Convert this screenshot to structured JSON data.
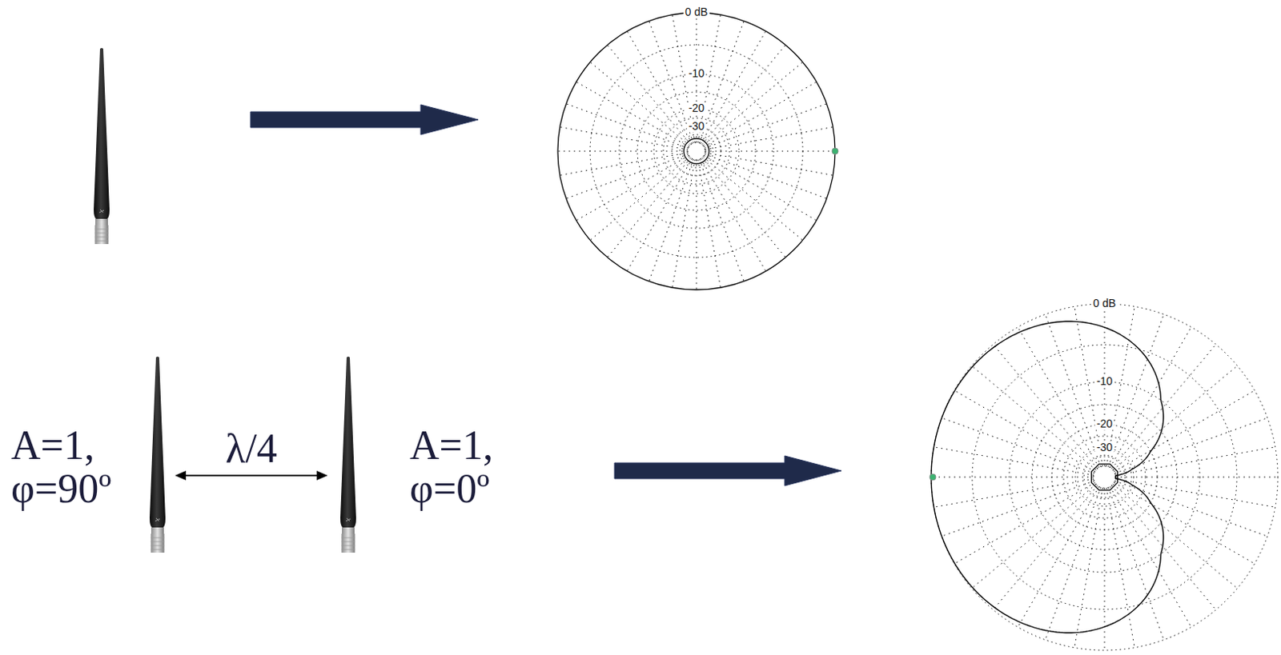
{
  "diagram": {
    "labels": [
      "0 dB",
      "-10",
      "-20",
      "-30",
      "0 dB",
      "-10",
      "-20",
      "-30",
      "A=1,",
      "φ=90º",
      "λ/4",
      "A=1,",
      "φ=0º"
    ]
  }
}
